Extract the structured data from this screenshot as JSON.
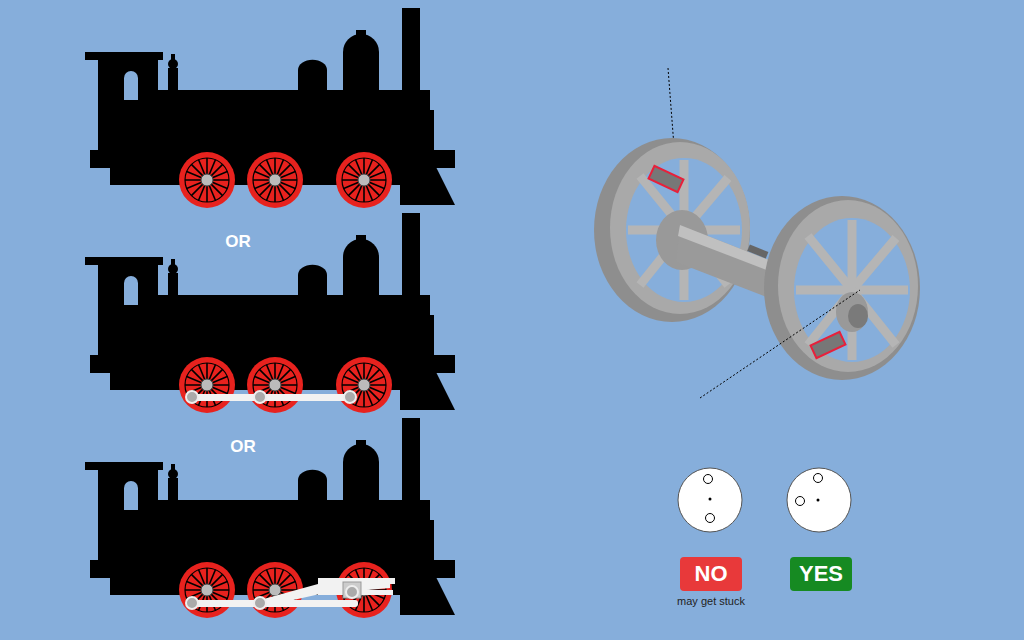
{
  "diagram": {
    "nodes": [
      {
        "text": [
          "NO",
          "may get stuck"
        ]
      },
      {
        "text": [
          "YES"
        ]
      }
    ],
    "labels": [
      "OR",
      "OR"
    ]
  }
}
